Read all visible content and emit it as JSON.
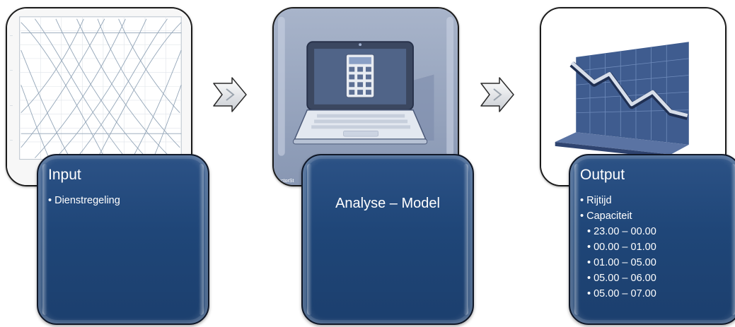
{
  "steps": [
    {
      "title": "Input",
      "bullets": [
        "Dienstregeling"
      ],
      "image_icon": "timetable-graph"
    },
    {
      "title": "Analyse – Model",
      "image_icon": "laptop-calculator",
      "watermark": "VectorSt"
    },
    {
      "title": "Output",
      "bullets": [
        "Rijtijd",
        "Capaciteit"
      ],
      "sub_bullets": [
        "23.00 – 00.00",
        "00.00 – 01.00",
        "01.00 – 05.00",
        "05.00 – 06.00",
        "05.00 – 07.00"
      ],
      "image_icon": "declining-chart"
    }
  ],
  "connector_icon": "chevron-arrow-right",
  "colors": {
    "card_blue": "#1f4678",
    "card_border": "#101828",
    "text": "#ffffff"
  }
}
